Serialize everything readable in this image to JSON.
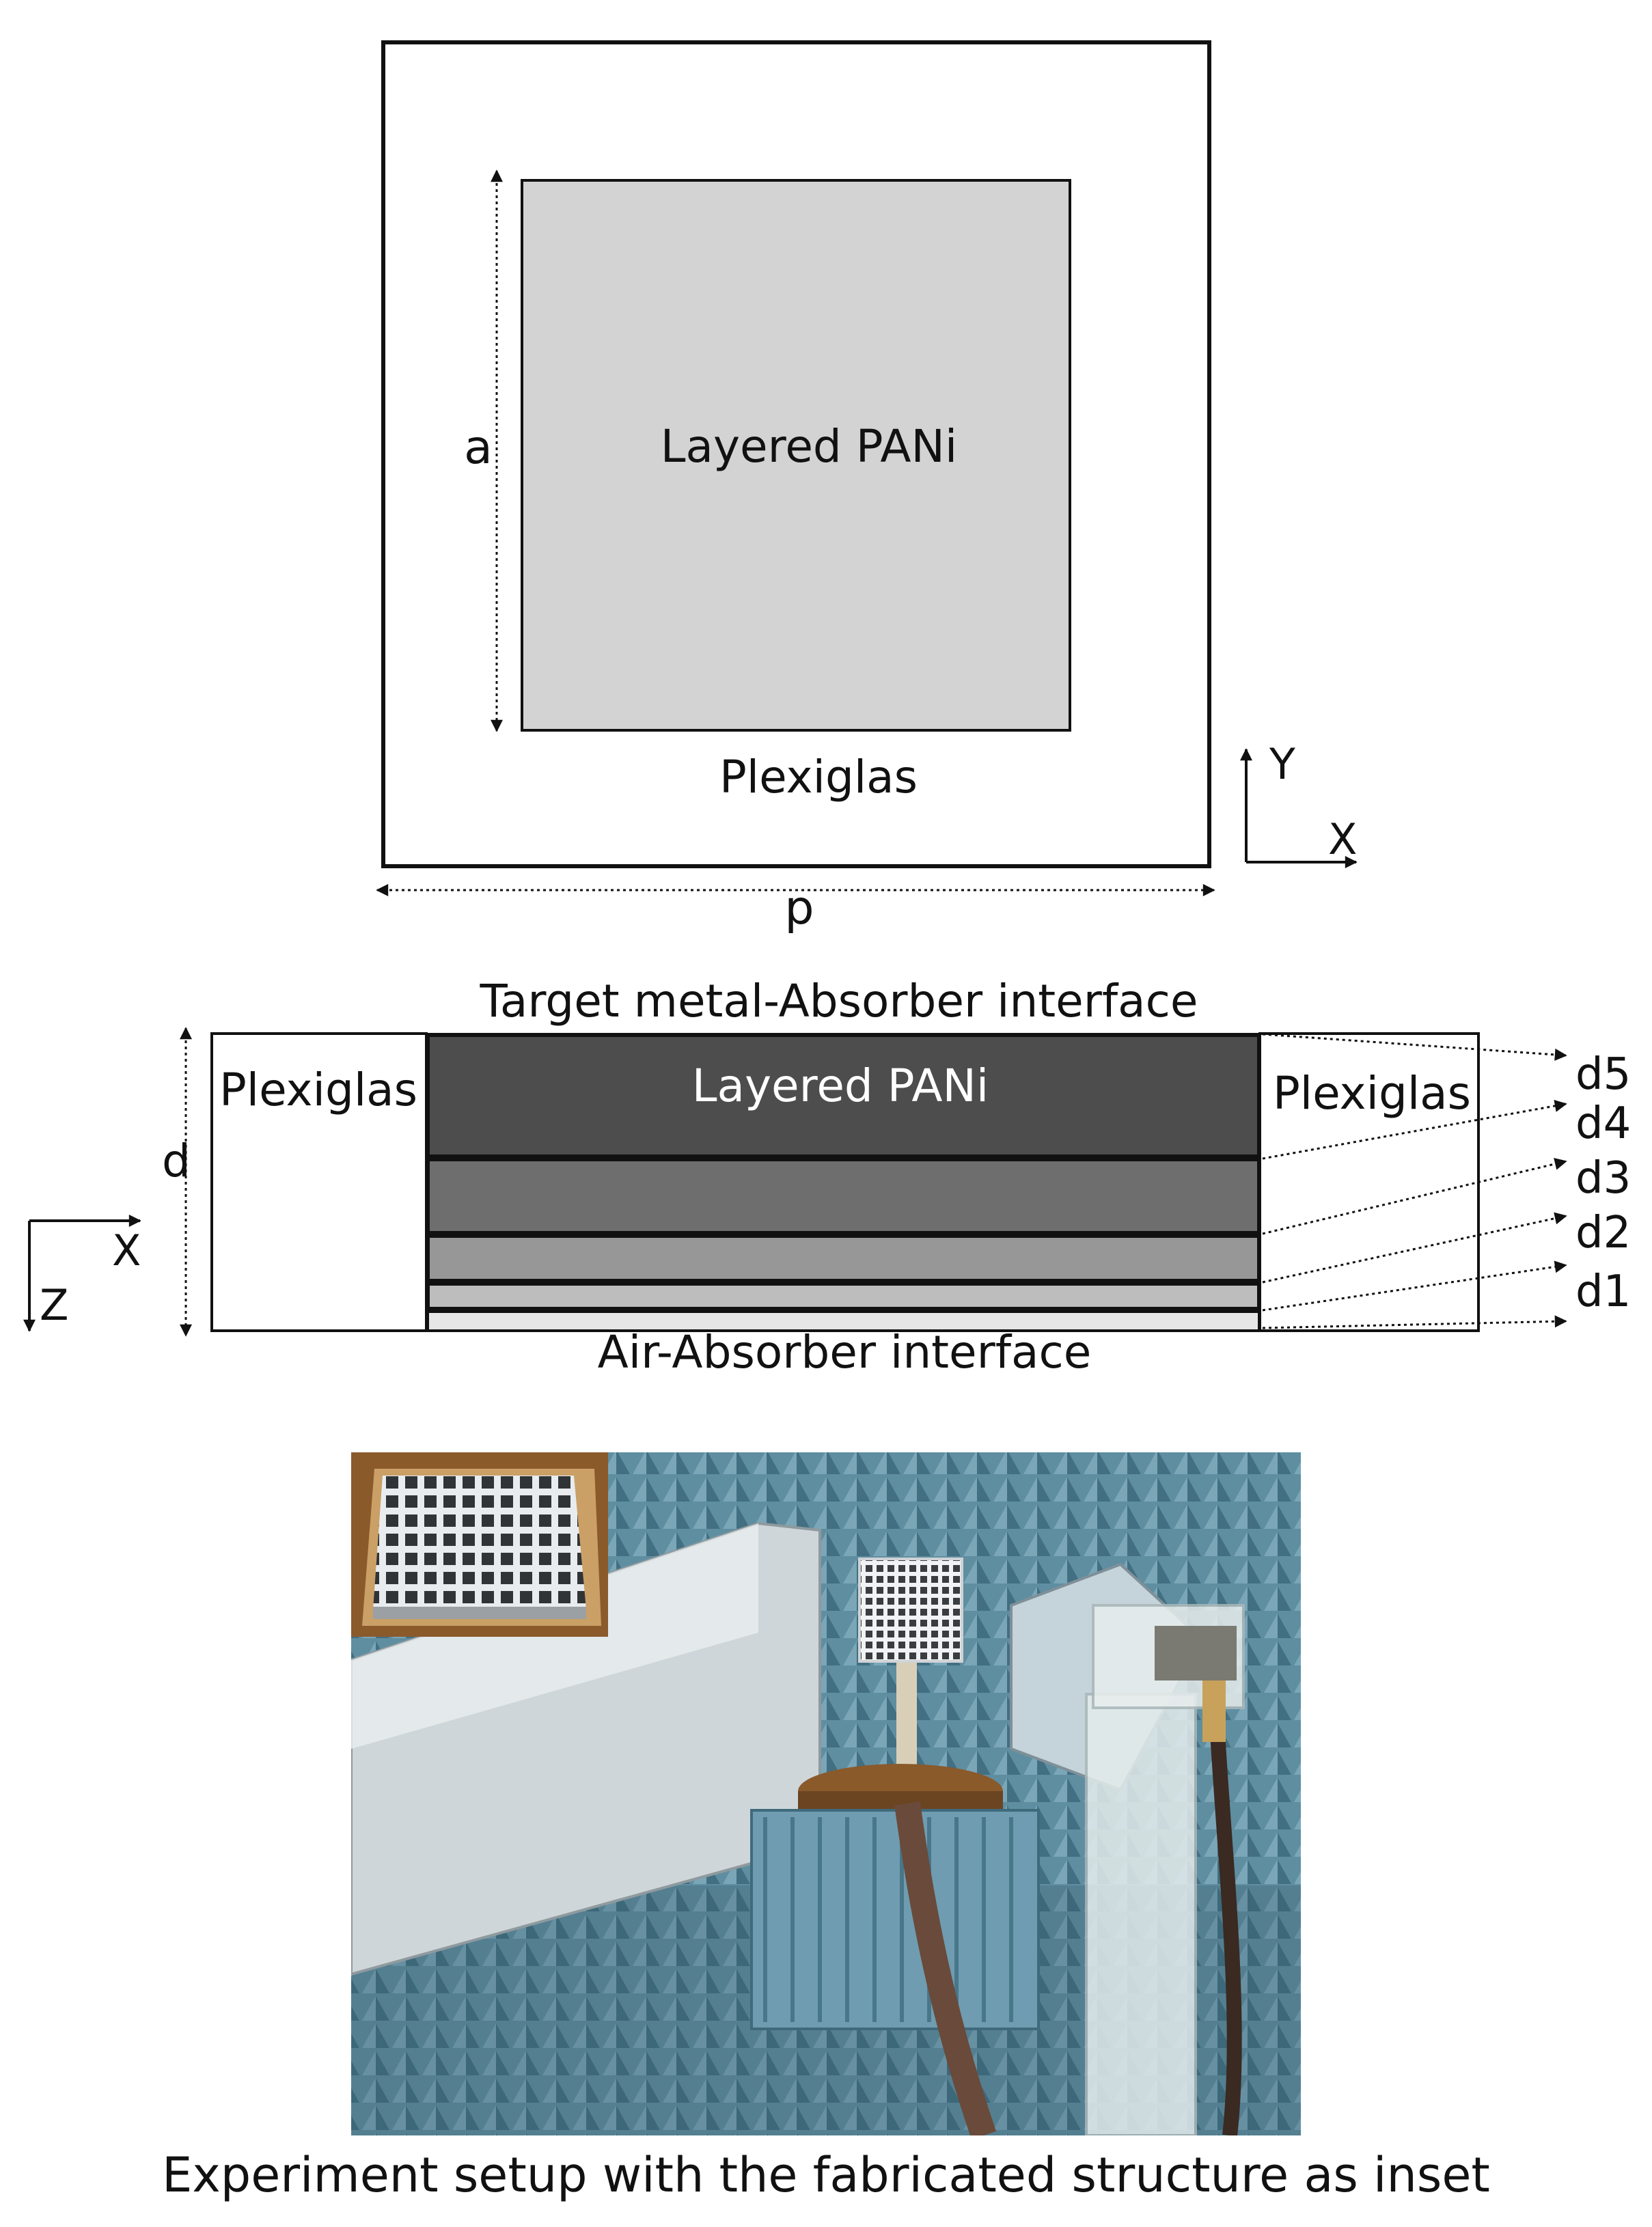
{
  "top_view": {
    "inner_label": "Layered PANi",
    "outer_label": "Plexiglas",
    "dim_a": "a",
    "dim_p": "p",
    "axis_y": "Y",
    "axis_x": "X"
  },
  "side_view": {
    "top_interface": "Target metal-Absorber interface",
    "bottom_interface": "Air-Absorber interface",
    "left_label": "Plexiglas",
    "right_label": "Plexiglas",
    "center_label": "Layered PANi",
    "dim_d": "d",
    "axis_x": "X",
    "axis_z": "Z",
    "layers": [
      {
        "name": "d5",
        "color": "#4d4d4d"
      },
      {
        "name": "d4",
        "color": "#6e6e6e"
      },
      {
        "name": "d3",
        "color": "#979797"
      },
      {
        "name": "d2",
        "color": "#bdbdbd"
      },
      {
        "name": "d1",
        "color": "#e6e6e6"
      }
    ]
  },
  "photo": {
    "caption": "Experiment setup with the fabricated structure as inset"
  },
  "colors": {
    "inner_fill": "#d3d3d3",
    "chamber_blue": "#5e8fa3"
  }
}
